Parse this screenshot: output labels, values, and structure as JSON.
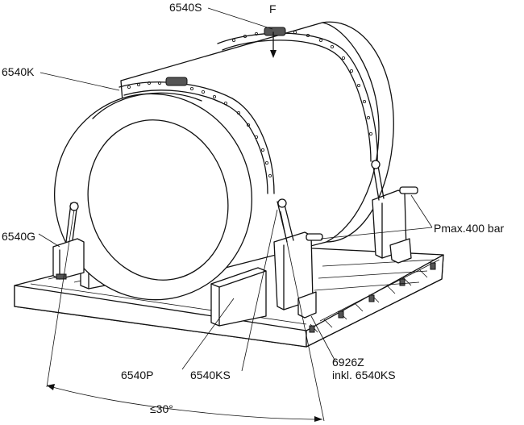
{
  "labels": {
    "top_chain": "6540S",
    "force": "F",
    "chain_left": "6540K",
    "gripper": "6540G",
    "pressure": "Pmax.400 bar",
    "pad": "6540P",
    "tensioner": "6540KS",
    "cylinder_line1": "6926Z",
    "cylinder_line2": "inkl. 6540KS",
    "angle": "≤30°"
  },
  "colors": {
    "line": "#111111",
    "background": "#ffffff",
    "shading": "#d9d9d9"
  }
}
